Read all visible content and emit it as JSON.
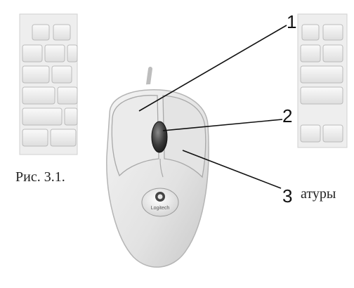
{
  "figure": {
    "caption_left": "Рис. 3.1.",
    "caption_right": "атуры",
    "logo_text": "Logitech",
    "callouts": [
      {
        "number": "1",
        "target": "left-mouse-button"
      },
      {
        "number": "2",
        "target": "scroll-wheel"
      },
      {
        "number": "3",
        "target": "right-mouse-button"
      }
    ]
  }
}
